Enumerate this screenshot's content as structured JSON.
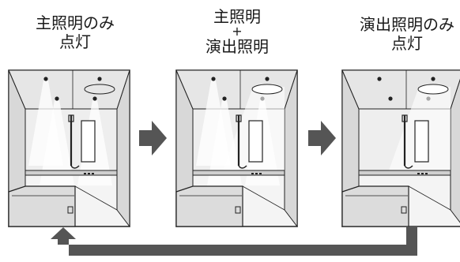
{
  "steps": [
    {
      "lines": [
        "主照明のみ",
        "点灯"
      ],
      "lighting": "main"
    },
    {
      "lines": [
        "主照明",
        "+",
        "演出照明"
      ],
      "lighting": "both"
    },
    {
      "lines": [
        "演出照明のみ",
        "点灯"
      ],
      "lighting": "accent"
    }
  ],
  "colors": {
    "arrow": "#555555",
    "room_outline": "#222222",
    "room_fill": "#f4f4f4",
    "wall_shade": "#d8d8d8",
    "light_glow": "#ffffff"
  },
  "icons": [
    "right-arrow-icon",
    "right-arrow-icon",
    "return-loop-arrow-icon"
  ]
}
